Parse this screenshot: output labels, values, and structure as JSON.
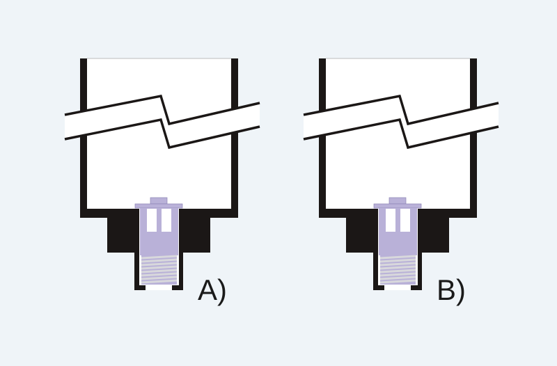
{
  "diagrams": [
    {
      "id": "A",
      "label": "A)"
    },
    {
      "id": "B",
      "label": "B)"
    }
  ],
  "colors": {
    "background": "#eff4f8",
    "wall": "#1b1716",
    "rivet": "#b9b1d8",
    "rivet_edge": "#8d84b5",
    "spring": "#d8d8dc"
  }
}
